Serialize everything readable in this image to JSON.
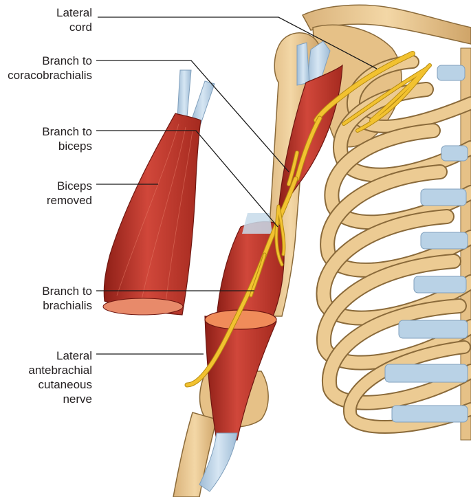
{
  "colors": {
    "bone": "#eccb93",
    "bone_shadow": "#c9a064",
    "bone_outline": "#8a6a3a",
    "cartilage": "#b9d2e6",
    "cartilage_dark": "#8fb0cc",
    "muscle": "#c0392b",
    "muscle_dark": "#8e1f17",
    "muscle_light": "#e06a55",
    "nerve": "#f2c230",
    "nerve_dark": "#b58a10",
    "cut_surface": "#f08c5a",
    "leader_line": "#1a1a1a"
  },
  "labels": [
    {
      "id": "lateral-cord",
      "lines": [
        "Lateral",
        "cord"
      ]
    },
    {
      "id": "branch-coracobrachialis",
      "lines": [
        "Branch to",
        "coracobrachialis"
      ]
    },
    {
      "id": "branch-biceps",
      "lines": [
        "Branch to",
        "biceps"
      ]
    },
    {
      "id": "biceps-removed",
      "lines": [
        "Biceps",
        "removed"
      ]
    },
    {
      "id": "branch-brachialis",
      "lines": [
        "Branch to",
        "brachialis"
      ]
    },
    {
      "id": "lateral-antebrachial",
      "lines": [
        "Lateral",
        "antebrachial",
        "cutaneous",
        "nerve"
      ]
    }
  ]
}
